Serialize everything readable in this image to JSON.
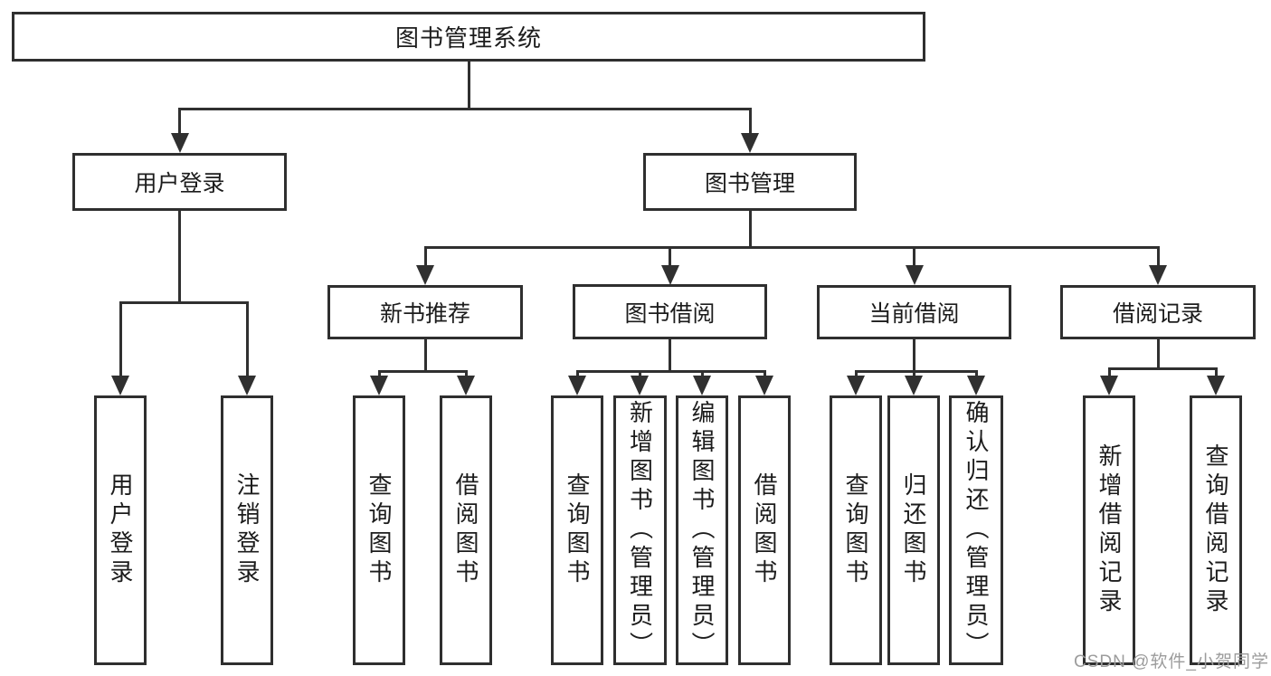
{
  "tree": {
    "label": "图书管理系统",
    "children": [
      {
        "label": "用户登录",
        "children": [
          {
            "label": "用户登录"
          },
          {
            "label": "注销登录"
          }
        ]
      },
      {
        "label": "图书管理",
        "children": [
          {
            "label": "新书推荐",
            "children": [
              {
                "label": "查询图书"
              },
              {
                "label": "借阅图书"
              }
            ]
          },
          {
            "label": "图书借阅",
            "children": [
              {
                "label": "查询图书"
              },
              {
                "label": "新增图书（管理员）"
              },
              {
                "label": "编辑图书（管理员）"
              },
              {
                "label": "借阅图书"
              }
            ]
          },
          {
            "label": "当前借阅",
            "children": [
              {
                "label": "查询图书"
              },
              {
                "label": "归还图书"
              },
              {
                "label": "确认归还（管理员）"
              }
            ]
          },
          {
            "label": "借阅记录",
            "children": [
              {
                "label": "新增借阅记录"
              },
              {
                "label": "查询借阅记录"
              }
            ]
          }
        ]
      }
    ]
  },
  "watermark": {
    "text": "CSDN @软件_小贺同学"
  },
  "colors": {
    "line": "#303030",
    "box_border": "#2f2f2f",
    "text": "#1c1c1c",
    "watermark_text": "#9c9c9c",
    "background": "#ffffff"
  }
}
